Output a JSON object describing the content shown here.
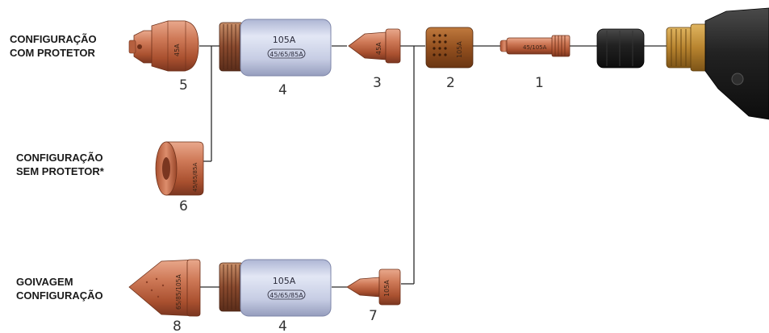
{
  "labels": {
    "with_shield": [
      "CONFIGURAÇÃO",
      "COM PROTETOR"
    ],
    "without_shield": [
      "CONFIGURAÇÃO",
      "SEM PROTETOR*"
    ],
    "gouging": [
      "GOIVAGEM",
      "CONFIGURAÇÃO"
    ]
  },
  "part_numbers": {
    "shield": "5",
    "retaining_cap_top": "4",
    "nozzle_top": "3",
    "swirl_ring": "2",
    "electrode": "1",
    "deflector": "6",
    "retaining_cap_bottom": "4",
    "gouging_nozzle": "7",
    "gouging_shield": "8"
  },
  "part_markings": {
    "shield": "45A",
    "cap_amp": "105A",
    "cap_range": "45/65/85A",
    "nozzle": "45A",
    "swirl_ring": "105A",
    "electrode": "45/105A",
    "deflector": "45/65/85A",
    "gouging_nozzle": "105A",
    "gouging_shield": "65/85/105A"
  },
  "colors": {
    "copper": "#c46c4b",
    "copper_dark": "#8a3f26",
    "copper_light": "#e7a184",
    "cap_body": "#cdd3ea",
    "cap_edge": "#8f97b8",
    "swirl": "#9b5a28",
    "black": "#1e1e1e",
    "brass": "#b8842f"
  }
}
